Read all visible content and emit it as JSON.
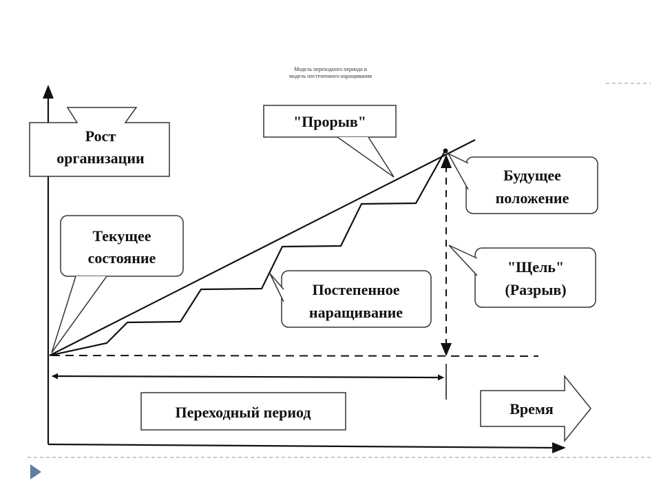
{
  "slide": {
    "title_line1": "Модель переходного периода и",
    "title_line2": "модель постепенного наращивания"
  },
  "diagram": {
    "y_axis_label_line1": "Рост",
    "y_axis_label_line2": "организации",
    "breakthrough_label": "\"Прорыв\"",
    "current_state_line1": "Текущее",
    "current_state_line2": "состояние",
    "future_state_line1": "Будущее",
    "future_state_line2": "положение",
    "gap_line1": "\"Щель\"",
    "gap_line2": "(Разрыв)",
    "incremental_line1": "Постепенное",
    "incremental_line2": "наращивание",
    "transition_period": "Переходный период",
    "time_label": "Время"
  },
  "colors": {
    "line": "#111111",
    "guide": "#a9bccc",
    "nav_icon": "#5a7fa3"
  },
  "icons": {
    "nav": "triangle-right-icon"
  }
}
